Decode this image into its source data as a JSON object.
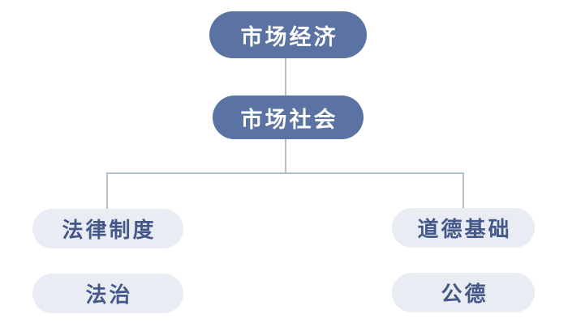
{
  "diagram": {
    "type": "hierarchy-flowchart",
    "nodes": {
      "market_economy": {
        "label": "市场经济",
        "level": 1,
        "style": "primary"
      },
      "market_society": {
        "label": "市场社会",
        "level": 2,
        "style": "primary"
      },
      "legal_system": {
        "label": "法律制度",
        "level": 3,
        "style": "secondary",
        "branch": "left"
      },
      "rule_of_law": {
        "label": "法治",
        "level": 4,
        "style": "secondary",
        "branch": "left"
      },
      "moral_foundation": {
        "label": "道德基础",
        "level": 3,
        "style": "secondary",
        "branch": "right"
      },
      "public_morality": {
        "label": "公德",
        "level": 4,
        "style": "secondary",
        "branch": "right"
      }
    },
    "edges": [
      {
        "from": "市场经济",
        "to": "市场社会"
      },
      {
        "from": "市场社会",
        "to": "法律制度"
      },
      {
        "from": "市场社会",
        "to": "道德基础"
      }
    ],
    "colors": {
      "primary_node_bg": "#5b73a2",
      "primary_node_text": "#ffffff",
      "secondary_node_bg": "#e9ecf2",
      "secondary_node_text": "#44598a",
      "connector": "#b3c0cc",
      "background": "#ffffff"
    }
  }
}
